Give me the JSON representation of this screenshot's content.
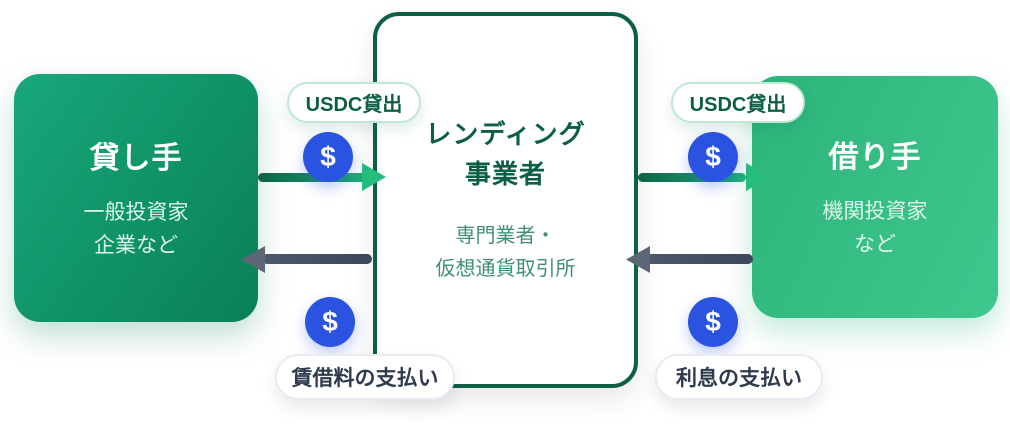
{
  "colors": {
    "lender_gradient_start": "#17a87b",
    "lender_gradient_end": "#0a7f58",
    "borrower_gradient_start": "#2cb47a",
    "borrower_gradient_end": "#40c78e",
    "operator_border": "#0d5f45",
    "operator_title": "#0b5f46",
    "operator_subtitle": "#3f8f77",
    "arrow_green_start": "#0d6246",
    "arrow_green_end": "#21b377",
    "arrow_green_head": "#25bc7e",
    "arrow_dark": "#3d4759",
    "arrow_dark_head": "#5d6675",
    "dollar_blue": "#2b53e2",
    "usdc_pill_text": "#0c5f46",
    "payment_pill_text": "#2e3b4d"
  },
  "lender": {
    "title": "貸し手",
    "subtitle_line1": "一般投資家",
    "subtitle_line2": "企業など"
  },
  "operator": {
    "title_line1": "レンディング",
    "title_line2": "事業者",
    "subtitle_line1": "専門業者・",
    "subtitle_line2": "仮想通貨取引所"
  },
  "borrower": {
    "title": "借り手",
    "subtitle_line1": "機関投資家",
    "subtitle_line2": "など"
  },
  "flows": {
    "usdc_lend_left": "USDC貸出",
    "usdc_lend_right": "USDC貸出",
    "rent_payment": "賃借料の支払い",
    "interest_payment": "利息の支払い",
    "dollar_symbol": "$"
  }
}
